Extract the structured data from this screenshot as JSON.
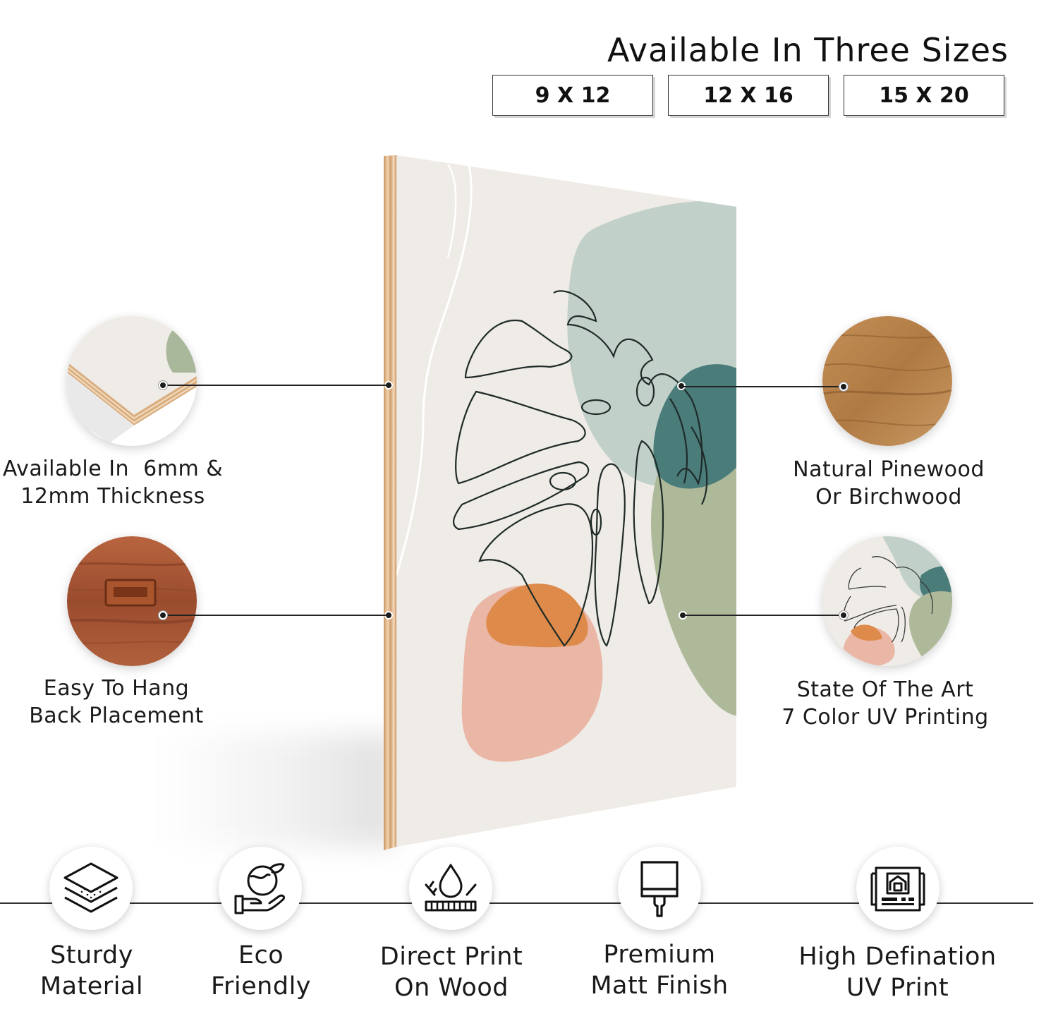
{
  "header": {
    "title": "Available In Three Sizes",
    "sizes": [
      "9 X 12",
      "12 X 16",
      "15 X 20"
    ]
  },
  "features": {
    "thickness": {
      "line1": "Available In  6mm &",
      "line2": "12mm Thickness"
    },
    "hanging": {
      "line1": "Easy To Hang",
      "line2": "Back Placement"
    },
    "wood": {
      "line1": "Natural Pinewood",
      "line2": "Or Birchwood"
    },
    "printing": {
      "line1": "State Of The Art",
      "line2": "7 Color UV Printing"
    }
  },
  "bottom_features": [
    {
      "line1": "Sturdy",
      "line2": "Material",
      "icon": "layers-icon"
    },
    {
      "line1": "Eco",
      "line2": "Friendly",
      "icon": "eco-hand-globe-icon"
    },
    {
      "line1": "Direct Print",
      "line2": "On Wood",
      "icon": "water-drop-resistant-icon"
    },
    {
      "line1": "Premium",
      "line2": "Matt Finish",
      "icon": "paint-brush-icon"
    },
    {
      "line1": "High Defination",
      "line2": "UV Print",
      "icon": "uv-printer-icon"
    }
  ],
  "colors": {
    "canvas": "#efebe6",
    "sage": "#c2d0ca",
    "teal": "#4a7c7a",
    "olive": "#aeb99a",
    "orange": "#dd8a4a",
    "pink": "#eab6a5",
    "plywood": "#d9ad7f"
  }
}
